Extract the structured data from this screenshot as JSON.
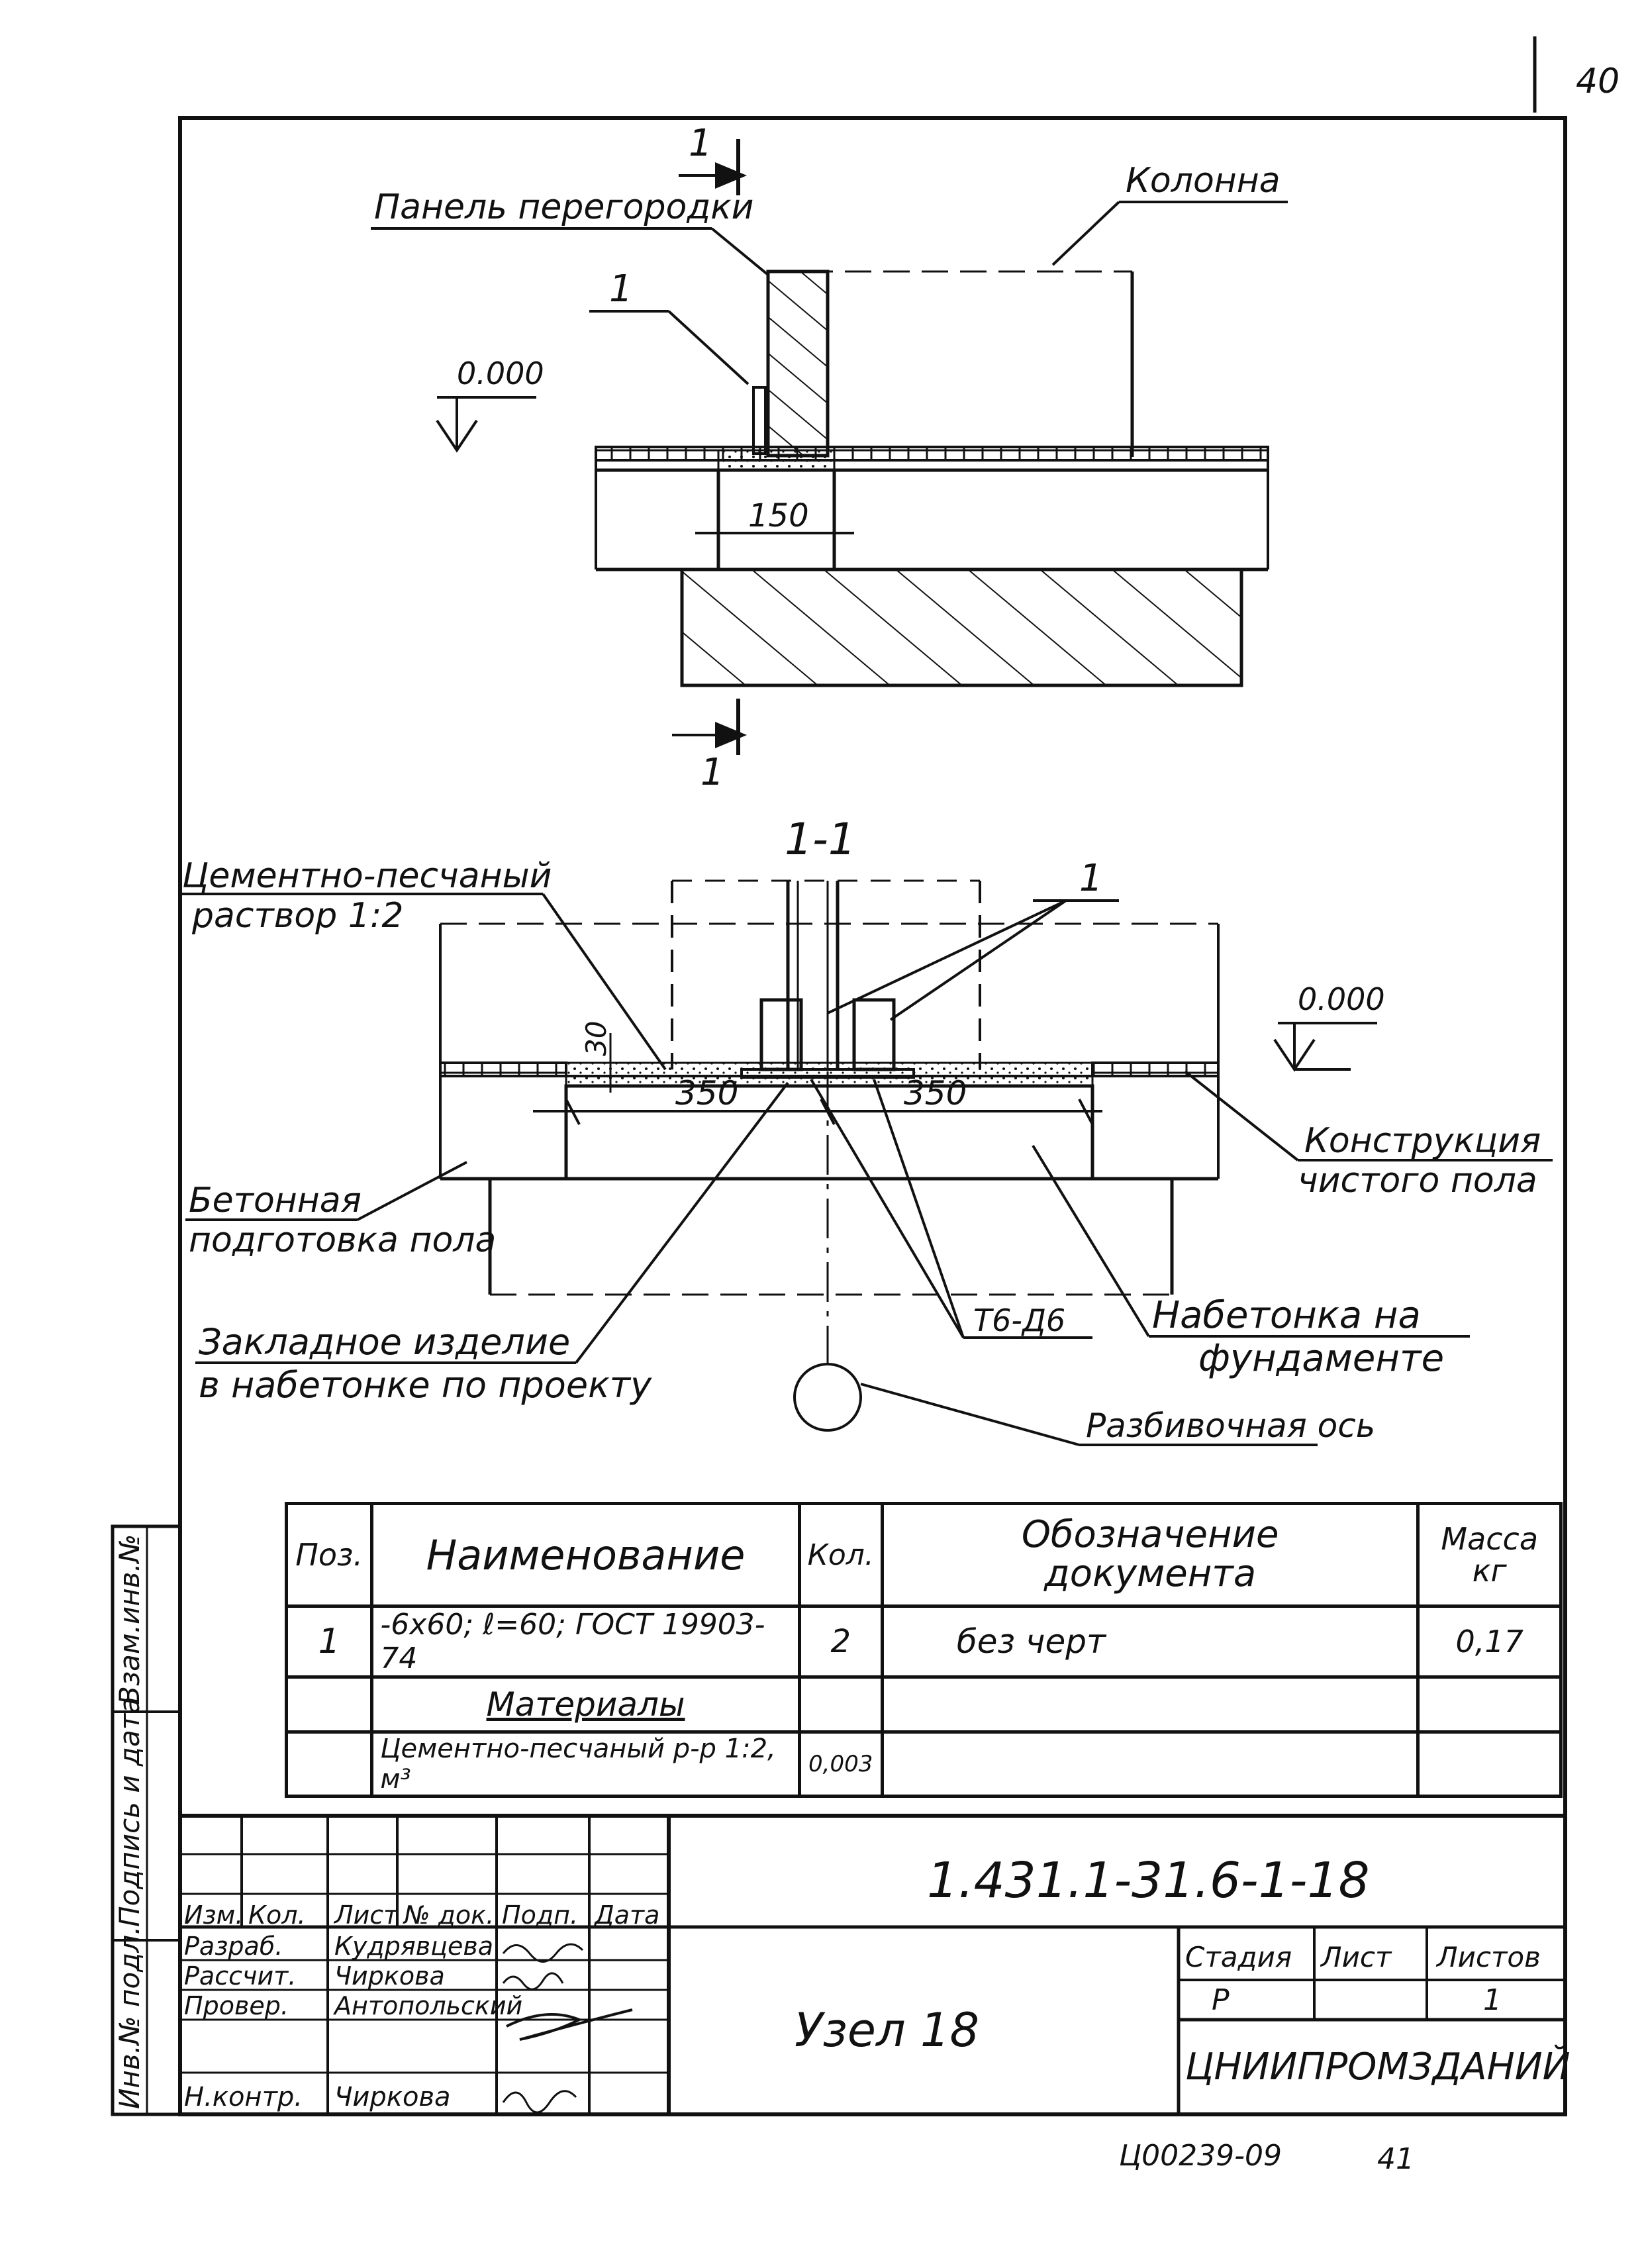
{
  "page_number": "40",
  "plan_view": {
    "section_mark": "1",
    "label_panel": "Панель перегородки",
    "label_column": "Колонна",
    "label_pos": "1",
    "label_level": "0.000",
    "dim_width": "150"
  },
  "section_view": {
    "title": "1-1",
    "label_mortar_line1": "Цементно-песчаный",
    "label_mortar_line2": "раствор 1:2",
    "label_pos": "1",
    "label_level": "0.000",
    "dim_thickness": "30",
    "dim_left": "350",
    "dim_right": "350",
    "label_concrete_line1": "Бетонная",
    "label_concrete_line2": "подготовка пола",
    "label_floor_line1": "Конструкция",
    "label_floor_line2": "чистого пола",
    "label_embed_line1": "Закладное изделие",
    "label_embed_line2": "в набетонке по проекту",
    "label_weld": "Т6-Д6",
    "label_topping_line1": "Набетонка на",
    "label_topping_line2": "фундаменте",
    "label_axis": "Разбивочная ось"
  },
  "spec_table": {
    "headers": {
      "pos": "Поз.",
      "name": "Наименование",
      "qty": "Кол.",
      "doc_line1": "Обозначение",
      "doc_line2": "документа",
      "mass_line1": "Масса",
      "mass_line2": "кг"
    },
    "rows": [
      {
        "pos": "1",
        "name": "-6x60; ℓ=60; ГОСТ 19903-74",
        "qty": "2",
        "doc": "без черт",
        "mass": "0,17"
      },
      {
        "pos": "",
        "name": "Материалы",
        "qty": "",
        "doc": "",
        "mass": ""
      },
      {
        "pos": "",
        "name": "Цементно-песчаный р-р 1:2, м³",
        "qty": "0,003",
        "doc": "",
        "mass": ""
      }
    ]
  },
  "left_margin_stamp": {
    "field1": "Взам.инв.№",
    "field2": "Подпись и дата",
    "field3": "Инв.№ подл."
  },
  "title_block": {
    "designation": "1.431.1-31.6-1-18",
    "title": "Узел 18",
    "organization": "ЦНИИПРОМЗДАНИЙ",
    "col_izm": "Изм.",
    "col_kol": "Кол.",
    "col_list": "Лист",
    "col_ndoc": "№ док.",
    "col_podp": "Подп.",
    "col_data": "Дата",
    "stage_label": "Стадия",
    "sheet_label": "Лист",
    "sheets_label": "Листов",
    "stage_value": "Р",
    "sheets_value": "1",
    "roles": [
      {
        "role": "Разраб.",
        "name": "Кудрявцева"
      },
      {
        "role": "Рассчит.",
        "name": "Чиркова"
      },
      {
        "role": "Провер.",
        "name": "Антопольский"
      },
      {
        "role": "",
        "name": ""
      },
      {
        "role": "Н.контр.",
        "name": "Чиркова"
      }
    ]
  },
  "footer_code": "Ц00239-09",
  "footer_page": "41"
}
